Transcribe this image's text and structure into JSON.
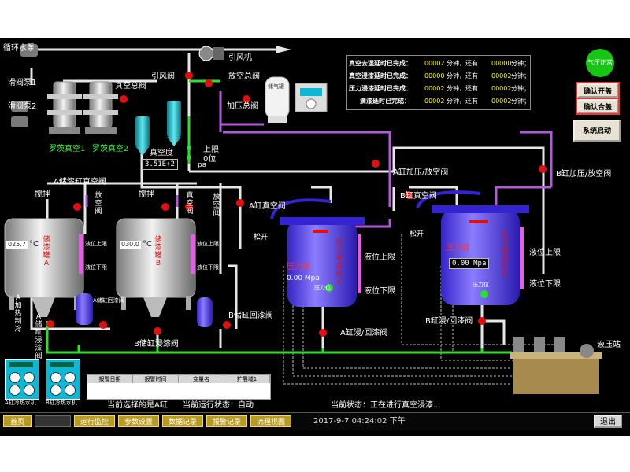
{
  "labels": {
    "circ_water_pump": "循环水泵",
    "slide_valve_pump1": "滑阀泵1",
    "slide_valve_pump2": "滑阀泵2",
    "vacuum_main_valve": "真空总阀",
    "roots_vacuum1": "罗茨真空1",
    "roots_vacuum2": "罗茨真空2",
    "induced_fan": "引风机",
    "induced_fan_valve": "引风阀",
    "vent_main_valve": "放空总阀",
    "press_main_valve": "加压总阀",
    "gas_storage_tank": "储气罐",
    "vacuum_degree": "真空度",
    "vacuum_degree_value": "3.51E+2",
    "vacuum_degree_unit": "pa",
    "upper_limit": "上限",
    "zero_position": "0位",
    "a_storage_vacuum_valve": "A储漆缸真空阀",
    "agitate1": "搅拌",
    "agitate2": "搅拌",
    "vent1": "放空阀",
    "vacuum1": "真空阀",
    "vent2": "放空阀",
    "a_tank_vacuum_valve": "A缸真空阀",
    "a_press_vent_valve": "A缸加压/放空阀",
    "b_vacuum_valve": "B缸真空阀",
    "b_press_vent_valve": "B缸加压/放空阀",
    "release1": "松开",
    "release2": "松开",
    "tank_a_name": "储漆罐A",
    "tank_b_name": "储漆罐B",
    "tank_a_temp": "025.7",
    "tank_b_temp": "030.0",
    "deg_c": "°C",
    "liquid_upper": "液位上限",
    "liquid_lower": "液位下限",
    "a_recycle_valve": "A储缸回漆阀",
    "b_recycle_valve": "B储缸回漆阀",
    "b_immerse_valve": "B储缸浸漆阀",
    "a_heat_cool": "A加热制冷",
    "a_immerse_valve": "A储缸浸漆阀",
    "press_value": "压力值",
    "press_a": "0.00",
    "press_b": "0.00",
    "mpa": "Mpa",
    "press_position": "压力位",
    "cyl_a_press_display": "压力液漆缸A",
    "cyl_b_press_display": "压力液漆缸B",
    "a_upper": "液位上限",
    "a_lower": "液位下限",
    "b_upper": "液位上限",
    "b_lower": "液位下限",
    "a_immerse_return": "A缸浸/回漆阀",
    "b_immerse_return": "B缸浸/回漆阀",
    "hydraulic_station": "液压站",
    "chiller_a": "A缸冷热水机",
    "chiller_b": "B缸冷热水机",
    "current_selected": "当前选择的是A缸",
    "current_run_state_label": "当前运行状态：",
    "current_run_state": "自动",
    "current_status_label": "当前状态：",
    "current_status": "正在进行真空浸漆..."
  },
  "info_panel": {
    "rows": [
      {
        "label": "真空去湿延时已完成：",
        "done": "00002",
        "unit1": "分钟，还有",
        "remain": "00000",
        "unit2": "分钟；"
      },
      {
        "label": "真空浸漆延时已完成：",
        "done": "00000",
        "unit1": "分钟，还有",
        "remain": "00002",
        "unit2": "分钟；"
      },
      {
        "label": "压力浸漆延时已完成：",
        "done": "00002",
        "unit1": "分钟，还有",
        "remain": "00002",
        "unit2": "分钟；"
      },
      {
        "label": "滴漆延时已完成：",
        "done": "00002",
        "unit1": "分钟，还有",
        "remain": "00002",
        "unit2": "分钟；"
      }
    ]
  },
  "status": {
    "pressure_ok": "气压正常"
  },
  "buttons": {
    "confirm_open": "确认开盖",
    "confirm_close": "确认合盖",
    "system_start": "系统启动"
  },
  "alarm_table": {
    "columns": [
      "报警日期",
      "报警时间",
      "变量名",
      "扩展域1"
    ]
  },
  "nav": {
    "items": [
      "首页",
      "",
      "运行监控",
      "参数设置",
      "数据记录",
      "报警记录",
      "流程视图"
    ],
    "exit": "退出"
  },
  "footer": {
    "datetime": "2017-9-7 04:24:02 下午"
  },
  "colors": {
    "pipe_white": "#e6e6e6",
    "pipe_green": "#2ee02e",
    "pipe_purple": "#b15bd9",
    "tank_blue": "#5546ee",
    "valve_red": "#e01010",
    "nav_gold": "#b79a22",
    "status_green": "#15c615"
  }
}
